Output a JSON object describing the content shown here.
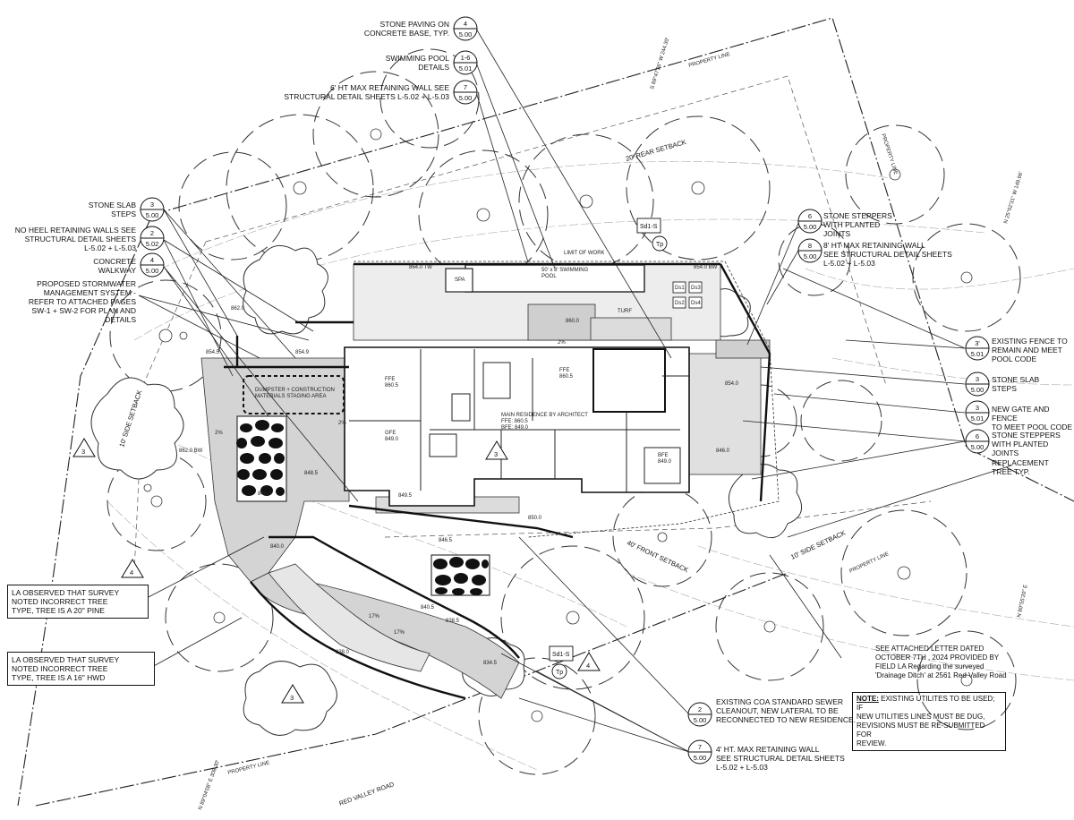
{
  "callouts_top": [
    {
      "id": "c-stone-paving",
      "text": "STONE PAVING ON\nCONCRETE BASE, TYP.",
      "num": "4",
      "sheet": "5.00"
    },
    {
      "id": "c-swimming-pool",
      "text": "SWIMMING POOL\nDETAILS",
      "num": "1-6",
      "sheet": "5.01"
    },
    {
      "id": "c-retaining-6ft",
      "text": "6' HT MAX RETAINING WALL SEE\nSTRUCTURAL DETAIL SHEETS L-5.02 + L-5.03",
      "num": "7",
      "sheet": "5.00"
    }
  ],
  "callouts_left": [
    {
      "id": "c-stone-slab-steps-left",
      "text": "STONE SLAB\nSTEPS",
      "num": "3",
      "sheet": "5.00"
    },
    {
      "id": "c-no-heel",
      "text": "NO HEEL RETAINING WALLS SEE\nSTRUCTURAL DETAIL SHEETS\nL-5.02 + L-5.03",
      "num": "2",
      "sheet": "5.02"
    },
    {
      "id": "c-concrete-walkway",
      "text": "CONCRETE\nWALKWAY",
      "num": "4",
      "sheet": "5.00"
    }
  ],
  "stormwater_note": "PROPOSED STORMWATER\nMANAGEMENT SYSTEM -\nREFER TO ATTACHED PAGES\nSW-1 + SW-2 FOR PLAN AND\nDETAILS",
  "callouts_right": [
    {
      "id": "c-stone-steppers-top",
      "text": "STONE STEPPERS\nWITH PLANTED\nJOINTS",
      "num": "6",
      "sheet": "5.00"
    },
    {
      "id": "c-retaining-8ft",
      "text": "8' HT MAX RETAINING WALL\nSEE STRUCTURAL DETAIL SHEETS\nL-5.02 + L-5.03",
      "num": "8",
      "sheet": "5.00"
    },
    {
      "id": "c-existing-fence",
      "text": "EXISTING FENCE TO\nREMAIN AND MEET\nPOOL CODE",
      "num": "3'",
      "sheet": "5.01"
    },
    {
      "id": "c-stone-slab-steps-right",
      "text": "STONE SLAB\nSTEPS",
      "num": "3",
      "sheet": "5.00"
    },
    {
      "id": "c-new-gate",
      "text": "NEW GATE AND FENCE\nTO MEET POOL CODE",
      "num": "3",
      "sheet": "5.01"
    },
    {
      "id": "c-stone-steppers-right",
      "text": "STONE STEPPERS\nWITH PLANTED\nJOINTS",
      "num": "6",
      "sheet": "5.00"
    }
  ],
  "replacement_tree": "REPLACEMENT\nTREE TYP.",
  "la_notes": [
    "LA OBSERVED THAT SURVEY\nNOTED INCORRECT TREE\nTYPE, TREE IS A 20\" PINE",
    "LA OBSERVED THAT SURVEY\nNOTED INCORRECT TREE\nTYPE, TREE IS A 16\" HWD"
  ],
  "letter_note": "SEE ATTACHED LETTER DATED\nOCTOBER 7TH , 2024 PROVIDED BY\nFIELD LA Regarding the surveyed\n'Drainage Ditch' at 2561 Red Valley Road",
  "callouts_bottom": [
    {
      "id": "c-sewer",
      "text": "EXISTING COA STANDARD SEWER\nCLEANOUT, NEW LATERAL TO BE\nRECONNECTED TO NEW RESIDENCE.",
      "num": "2",
      "sheet": "5.00"
    },
    {
      "id": "c-retaining-4ft",
      "text": "4' HT. MAX RETAINING WALL\nSEE STRUCTURAL DETAIL SHEETS\nL-5.02 + L-5.03",
      "num": "7",
      "sheet": "5.00"
    }
  ],
  "utility_note": {
    "heading": "NOTE:",
    "body": " EXISTING UTILITES TO BE USED; IF\nNEW UTILITIES LINES MUST BE DUG,\nREVISIONS MUST BE RE-SUBMITTED FOR\nREVIEW."
  },
  "plan_labels": {
    "rear_setback": "20' REAR SETBACK",
    "side_setback_left": "10' SIDE SETBACK",
    "side_setback_right": "10' SIDE SETBACK",
    "front_setback": "40' FRONT SETBACK",
    "property_line_top": "PROPERTY LINE",
    "property_line_right": "PROPERTY LINE",
    "property_line_bottom": "PROPERTY LINE",
    "property_line_front": "PROPERTY LINE",
    "limit_of_work": "LIMIT OF WORK",
    "pool": "50' x 8' SWIMMING\nPOOL",
    "spa": "SPA",
    "turf": "TURF",
    "dumpster": "DUMPSTER + CONSTRUCTION\nMATERIALS STAGING AREA",
    "main_residence": "MAIN RESIDENCE BY ARCHITECT\nFFE: 860.5\nBFE: 849.0",
    "ffe_left": "FFE\n860.5",
    "ffe_mid": "FFE\n860.5",
    "gfe": "GFE\n849.0",
    "bfe": "BFE\n849.0",
    "road": "RED VALLEY ROAD",
    "bearing_top": "S 89°47'26\" W 244.30'",
    "bearing_right": "N 25°02'31\" W 149.66'",
    "bearing_bottom": "N 89°04'08\" E 308.30'",
    "bearing_right_lower": "N 90°55'20\" E",
    "sd1": "Sd1-S",
    "tp": "Tp",
    "ds": [
      "Ds1",
      "Ds2",
      "Ds3",
      "Ds4"
    ],
    "slope_pct": [
      "2%",
      "2%",
      "2%",
      "17%",
      "17%"
    ],
    "spot_elev": [
      "864.0 TW",
      "854.0 BW",
      "860.0",
      "862.0",
      "848.5",
      "848.0",
      "849.5",
      "846.0",
      "850.0",
      "838.5",
      "840.5",
      "846.5",
      "854.5",
      "838.0",
      "834.5",
      "840.0",
      "854.9",
      "862.0 BW",
      "854.0"
    ],
    "triangle_3": "3",
    "triangle_4": "4"
  }
}
